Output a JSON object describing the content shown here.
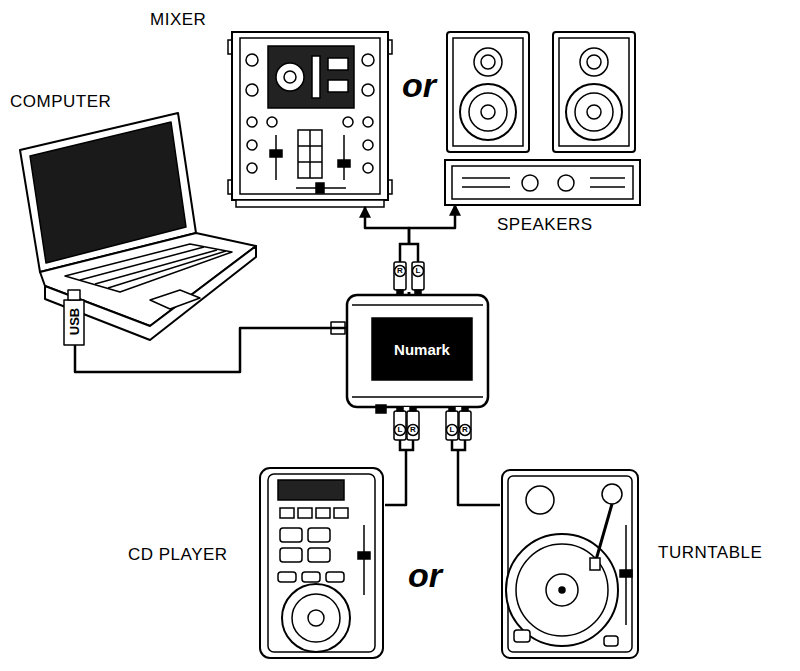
{
  "diagram": {
    "nodes": [
      {
        "text": [
          "MIXER"
        ]
      },
      {
        "text": [
          "SPEAKERS"
        ]
      },
      {
        "text": [
          "COMPUTER"
        ]
      },
      {
        "text": [
          "Numark"
        ]
      },
      {
        "text": [
          "CD PLAYER"
        ]
      },
      {
        "text": [
          "TURNTABLE"
        ]
      }
    ],
    "edges": [
      {
        "from": 3,
        "to": 0,
        "arrow": "to"
      },
      {
        "from": 3,
        "to": 1,
        "arrow": "to"
      },
      {
        "from": 2,
        "to": 3,
        "arrow": "none"
      },
      {
        "from": 4,
        "to": 3,
        "arrow": "none"
      },
      {
        "from": 5,
        "to": 3,
        "arrow": "none"
      }
    ],
    "labels": [
      "or",
      "or",
      "USB",
      "R",
      "L",
      "L",
      "R",
      "L",
      "R"
    ]
  }
}
